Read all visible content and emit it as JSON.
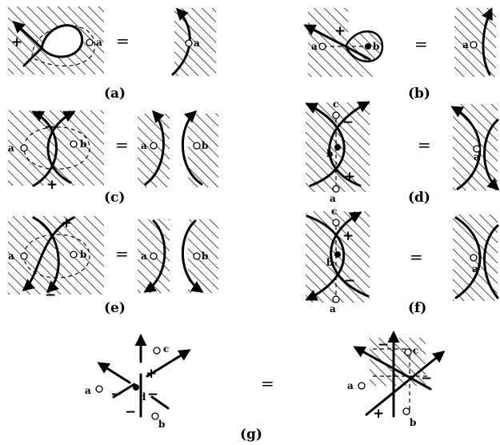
{
  "panels": {
    "a": {
      "caption": "(a)",
      "eq": "=",
      "plus": "+",
      "pt_left": "a",
      "pt_right": "a"
    },
    "b": {
      "caption": "(b)",
      "eq": "=",
      "plus": "+",
      "pt_a": "a",
      "pt_b": "b",
      "pt_right": "a"
    },
    "c": {
      "caption": "(c)",
      "eq": "=",
      "minus": "−",
      "plus": "+",
      "pt_a": "a",
      "pt_b": "b",
      "pt_ra": "a",
      "pt_rb": "b"
    },
    "d": {
      "caption": "(d)",
      "eq": "=",
      "minus": "−",
      "plus": "+",
      "pt_c": "c",
      "pt_b": "b",
      "pt_a": "a",
      "pt_right": "a"
    },
    "e": {
      "caption": "(e)",
      "eq": "=",
      "plus": "+",
      "minus": "−",
      "pt_a": "a",
      "pt_b": "b",
      "pt_ra": "a",
      "pt_rb": "b"
    },
    "f": {
      "caption": "(f)",
      "eq": "=",
      "plus": "+",
      "minus": "−",
      "pt_c": "c",
      "pt_b": "b",
      "pt_a": "a",
      "pt_right": "a"
    },
    "g": {
      "caption": "(g)",
      "eq": "=",
      "pt_c": "c",
      "pt_a": "a",
      "pt_d": "d",
      "pt_b": "b",
      "signs_left": [
        "+",
        "−",
        "−",
        "−"
      ],
      "pt_rc": "c",
      "pt_ra": "a",
      "pt_rb": "b",
      "signs_right": [
        "−",
        "−",
        "+"
      ]
    }
  }
}
